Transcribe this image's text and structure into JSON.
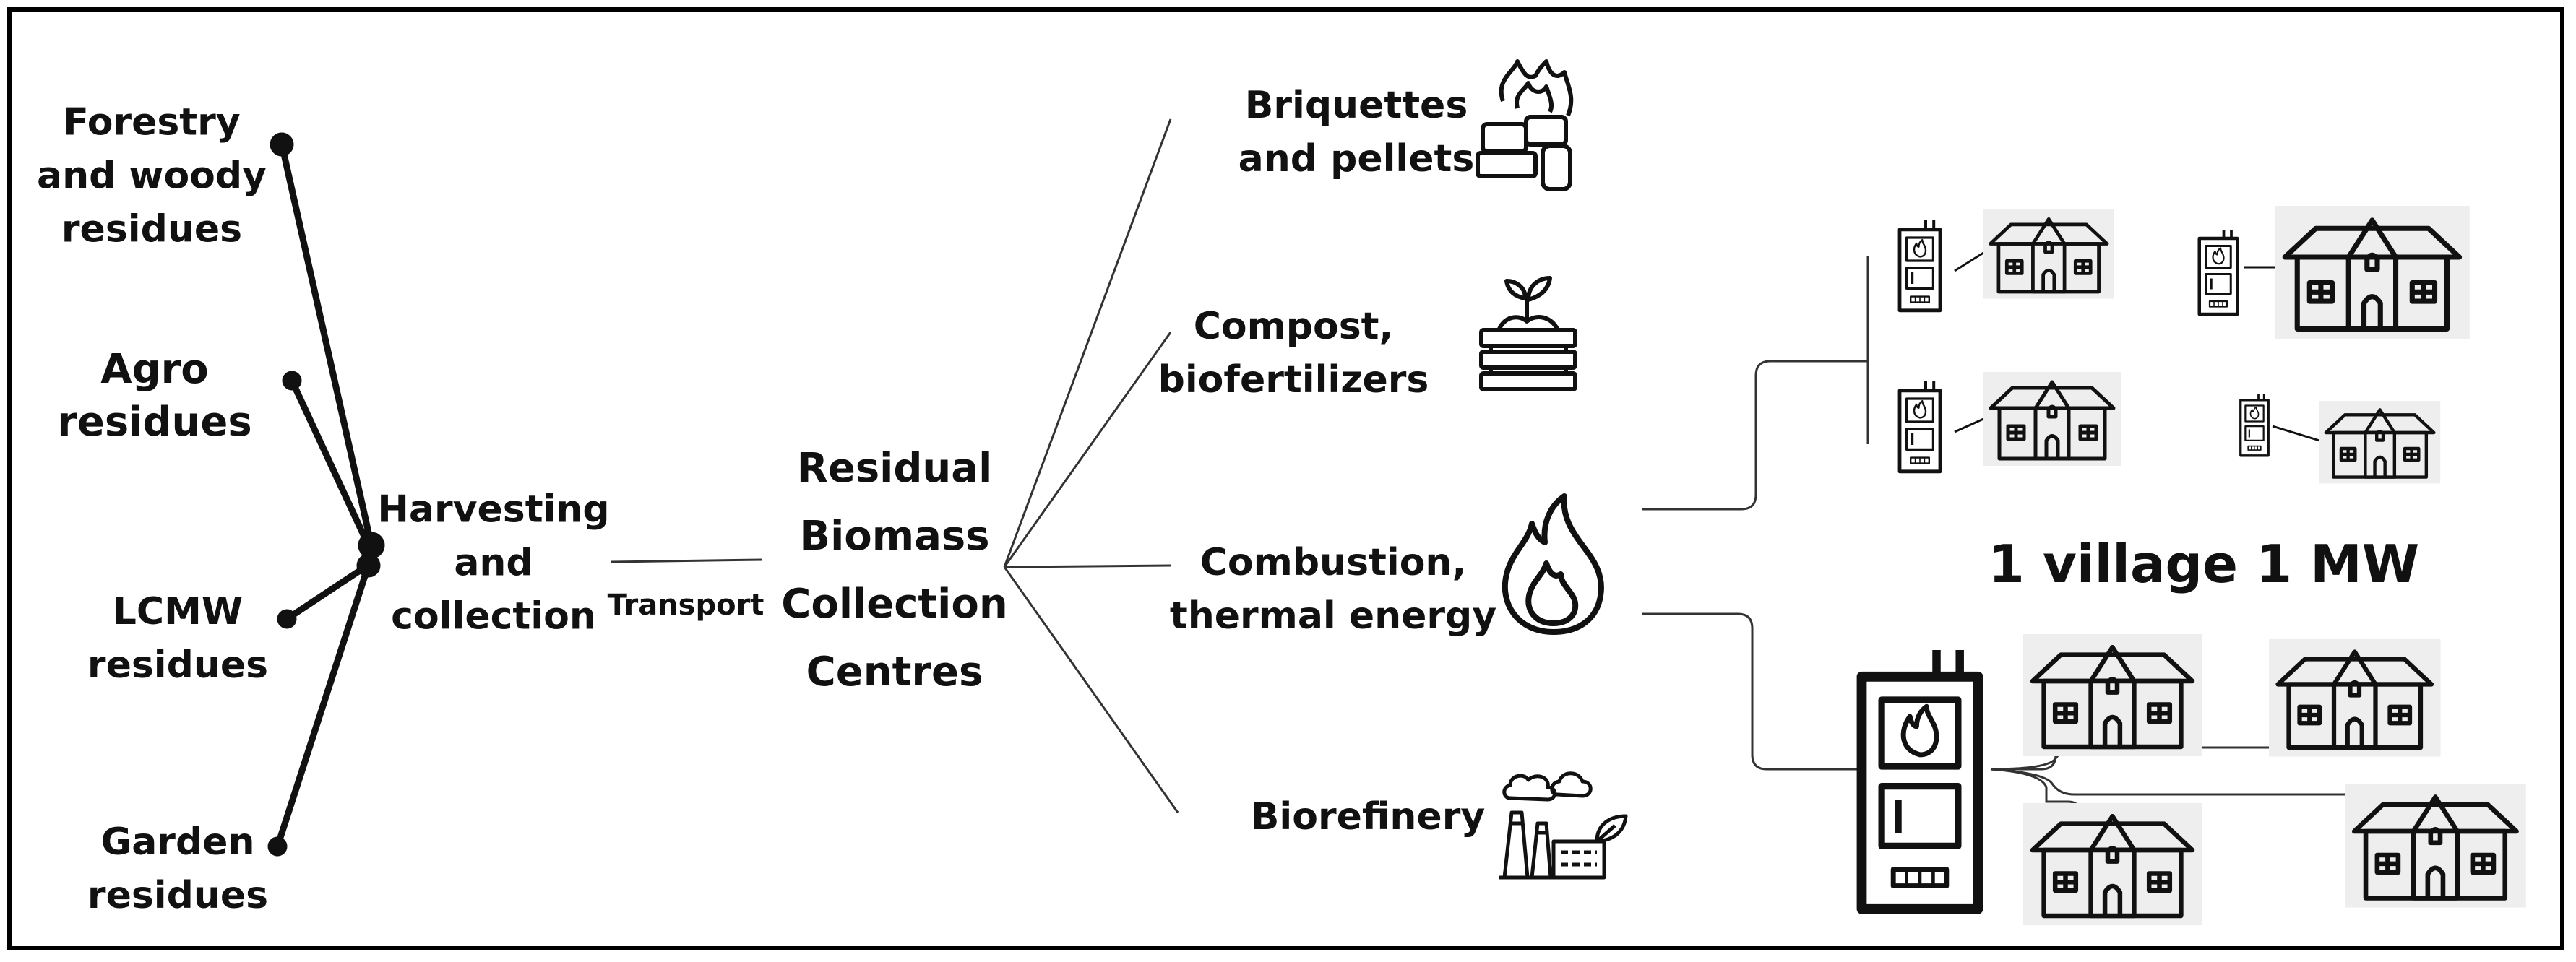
{
  "sources": [
    {
      "id": "forestry",
      "label": [
        "Forestry",
        "and woody",
        "residues"
      ]
    },
    {
      "id": "agro",
      "label": [
        "Agro",
        "residues"
      ]
    },
    {
      "id": "lcmw",
      "label": [
        "LCMW",
        "residues"
      ]
    },
    {
      "id": "garden",
      "label": [
        "Garden",
        "residues"
      ]
    }
  ],
  "harvest_label": [
    "Harvesting",
    "and",
    "collection"
  ],
  "transport_label": "Transport",
  "centre_label": [
    "Residual",
    "Biomass",
    "Collection",
    "Centres"
  ],
  "products": [
    {
      "id": "briquettes",
      "label": [
        "Briquettes",
        "and pellets"
      ],
      "icon": "briquettes-fire-icon"
    },
    {
      "id": "compost",
      "label": [
        "Compost,",
        "biofertilizers"
      ],
      "icon": "compost-crate-icon"
    },
    {
      "id": "combustion",
      "label": [
        "Combustion,",
        "thermal energy"
      ],
      "icon": "flame-icon"
    },
    {
      "id": "biorefinery",
      "label": [
        "Biorefinery"
      ],
      "icon": "factory-icon"
    }
  ],
  "village_title": "1 village 1 MW",
  "icons": {
    "boiler": "boiler-icon",
    "house": "house-icon"
  },
  "colors": {
    "ink": "#111111",
    "house_bg": "#eeeeee",
    "frame": "#000000"
  }
}
